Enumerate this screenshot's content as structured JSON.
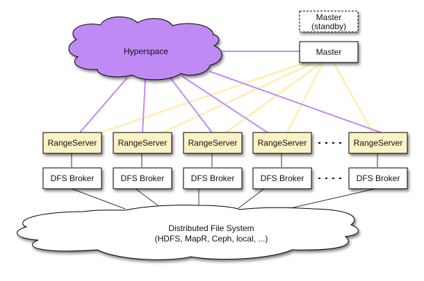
{
  "diagram": {
    "hyperspace": {
      "label": "Hyperspace",
      "fill": "#c08af5"
    },
    "master": {
      "label": "Master"
    },
    "master_standby": {
      "line1": "Master",
      "line2": "(standby)"
    },
    "range_servers": [
      {
        "label": "RangeServer"
      },
      {
        "label": "RangeServer"
      },
      {
        "label": "RangeServer"
      },
      {
        "label": "RangeServer"
      },
      {
        "label": "RangeServer"
      }
    ],
    "dfs_brokers": [
      {
        "label": "DFS Broker"
      },
      {
        "label": "DFS Broker"
      },
      {
        "label": "DFS Broker"
      },
      {
        "label": "DFS Broker"
      },
      {
        "label": "DFS Broker"
      }
    ],
    "dfs": {
      "line1": "Distributed File System",
      "line2": "(HDFS, MapR, Ceph, local, ...)"
    },
    "colors": {
      "range_server_fill": "#fbf2c6",
      "hyperspace_link": "#c08af5",
      "master_link": "#fdf0b8",
      "dfs_link": "#333333"
    }
  }
}
